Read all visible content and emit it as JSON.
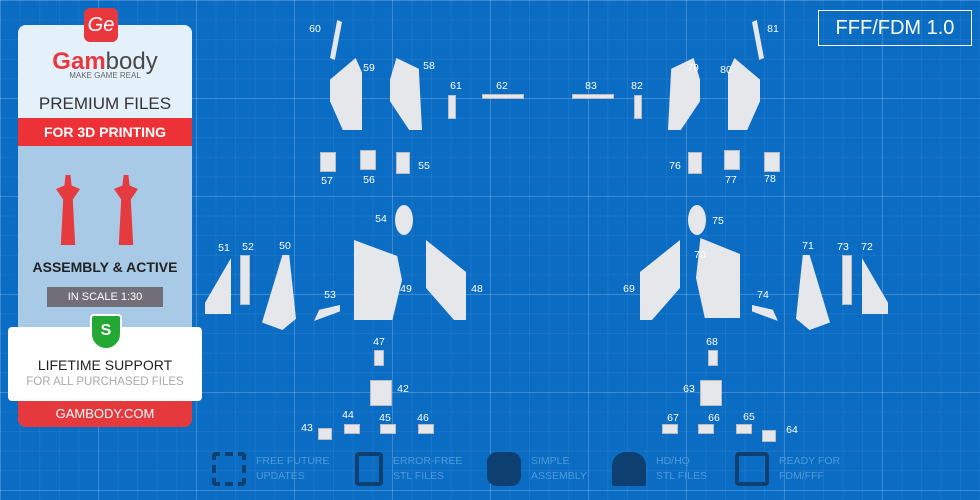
{
  "badge_title": "FFF/FDM 1.0",
  "promo": {
    "logo_mark": "Ge",
    "brand_a": "Gam",
    "brand_b": "body",
    "tagline": "MAKE GAME REAL",
    "premium": "PREMIUM FILES",
    "for_3d": "FOR 3D PRINTING",
    "assembly": "ASSEMBLY & ACTIVE",
    "scale": "IN SCALE 1:30",
    "shield_letter": "S",
    "support": "LIFETIME SUPPORT",
    "support_sub": "FOR ALL PURCHASED FILES",
    "site": "GAMBODY.COM"
  },
  "features": [
    {
      "icon": "refresh-icon",
      "l1": "FREE FUTURE",
      "l2": "UPDATES"
    },
    {
      "icon": "file-check-icon",
      "l1": "ERROR-FREE",
      "l2": "STL FILES"
    },
    {
      "icon": "puzzle-icon",
      "l1": "SIMPLE",
      "l2": "ASSEMBLY"
    },
    {
      "icon": "character-icon",
      "l1": "HD/HQ",
      "l2": "STL FILES"
    },
    {
      "icon": "printer-icon",
      "l1": "READY FOR",
      "l2": "FDM/FFF"
    }
  ],
  "part_labels": [
    "60",
    "81",
    "59",
    "58",
    "61",
    "62",
    "83",
    "82",
    "79",
    "80",
    "57",
    "56",
    "55",
    "76",
    "77",
    "78",
    "54",
    "75",
    "51",
    "52",
    "50",
    "70",
    "71",
    "73",
    "72",
    "49",
    "48",
    "69",
    "53",
    "74",
    "47",
    "68",
    "42",
    "63",
    "43",
    "44",
    "45",
    "46",
    "67",
    "66",
    "65",
    "64"
  ]
}
